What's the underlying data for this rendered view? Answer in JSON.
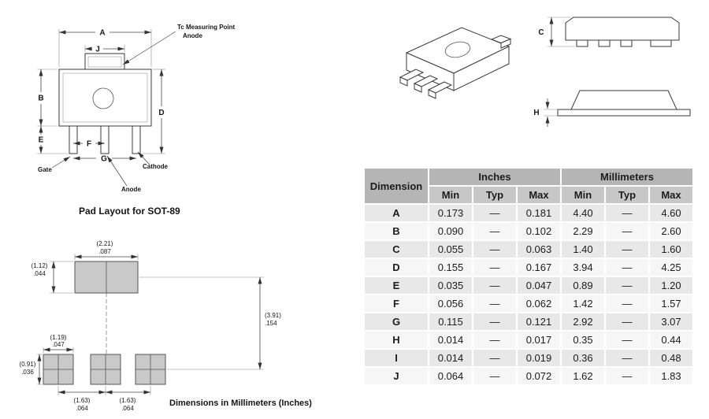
{
  "front_view": {
    "dims": {
      "a": "A",
      "j": "J",
      "b": "B",
      "d": "D",
      "e": "E",
      "f": "F",
      "g": "G"
    },
    "callouts": {
      "tc_measuring_point": "Tc Measuring Point",
      "anode_top": "Anode",
      "gate": "Gate",
      "cathode": "Cathode",
      "anode_bottom": "Anode"
    }
  },
  "side_views": {
    "dims": {
      "c": "C",
      "h": "H"
    }
  },
  "pad_layout": {
    "title": "Pad Layout for SOT-89",
    "footnote": "Dimensions in Millimeters (Inches)",
    "dims": {
      "top_pad_width_mm": "(2.21)",
      "top_pad_width_in": ".087",
      "top_pad_height_mm": "(1.12)",
      "top_pad_height_in": ".044",
      "row_pitch_mm": "(3.91)",
      "row_pitch_in": ".154",
      "pad_width_mm": "(1.19)",
      "pad_width_in": ".047",
      "pad_height_mm": "(0.91)",
      "pad_height_in": ".036",
      "pitch_left_mm": "(1.63)",
      "pitch_left_in": ".064",
      "pitch_right_mm": "(1.63)",
      "pitch_right_in": ".064"
    }
  },
  "table": {
    "dimension_header": "Dimension",
    "inches_header": "Inches",
    "millimeters_header": "Millimeters",
    "subheaders": [
      "Min",
      "Typ",
      "Max",
      "Min",
      "Typ",
      "Max"
    ],
    "rows": [
      {
        "dim": "A",
        "in_min": "0.173",
        "in_typ": "—",
        "in_max": "0.181",
        "mm_min": "4.40",
        "mm_typ": "—",
        "mm_max": "4.60"
      },
      {
        "dim": "B",
        "in_min": "0.090",
        "in_typ": "—",
        "in_max": "0.102",
        "mm_min": "2.29",
        "mm_typ": "—",
        "mm_max": "2.60"
      },
      {
        "dim": "C",
        "in_min": "0.055",
        "in_typ": "—",
        "in_max": "0.063",
        "mm_min": "1.40",
        "mm_typ": "—",
        "mm_max": "1.60"
      },
      {
        "dim": "D",
        "in_min": "0.155",
        "in_typ": "—",
        "in_max": "0.167",
        "mm_min": "3.94",
        "mm_typ": "—",
        "mm_max": "4.25"
      },
      {
        "dim": "E",
        "in_min": "0.035",
        "in_typ": "—",
        "in_max": "0.047",
        "mm_min": "0.89",
        "mm_typ": "—",
        "mm_max": "1.20"
      },
      {
        "dim": "F",
        "in_min": "0.056",
        "in_typ": "—",
        "in_max": "0.062",
        "mm_min": "1.42",
        "mm_typ": "—",
        "mm_max": "1.57"
      },
      {
        "dim": "G",
        "in_min": "0.115",
        "in_typ": "—",
        "in_max": "0.121",
        "mm_min": "2.92",
        "mm_typ": "—",
        "mm_max": "3.07"
      },
      {
        "dim": "H",
        "in_min": "0.014",
        "in_typ": "—",
        "in_max": "0.017",
        "mm_min": "0.35",
        "mm_typ": "—",
        "mm_max": "0.44"
      },
      {
        "dim": "I",
        "in_min": "0.014",
        "in_typ": "—",
        "in_max": "0.019",
        "mm_min": "0.36",
        "mm_typ": "—",
        "mm_max": "0.48"
      },
      {
        "dim": "J",
        "in_min": "0.064",
        "in_typ": "—",
        "in_max": "0.072",
        "mm_min": "1.62",
        "mm_typ": "—",
        "mm_max": "1.83"
      }
    ]
  }
}
